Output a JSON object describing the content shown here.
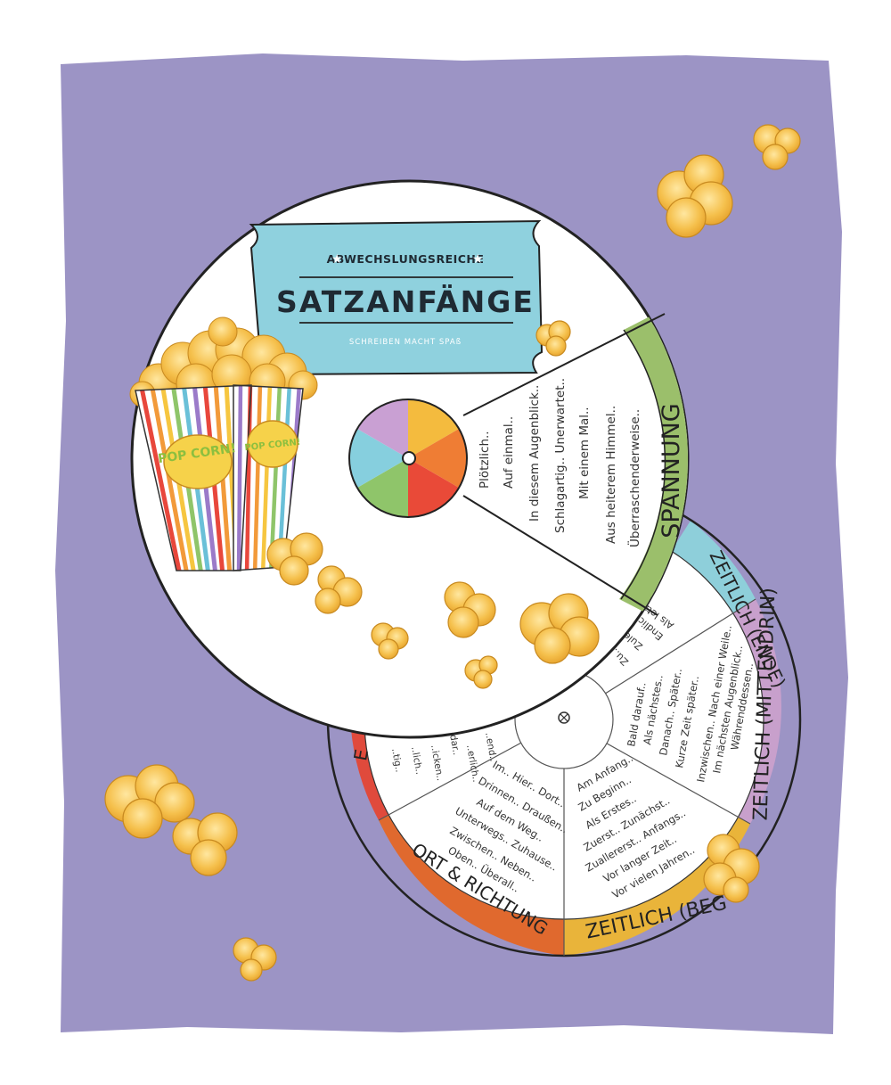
{
  "ticket": {
    "kicker": "ABWECHSLUNGSREICHE",
    "title": "SATZANFÄNGE",
    "subtitle": "SCHREIBEN MACHT SPAß"
  },
  "popcorn_box_label": "POP CORN!",
  "front_wheel": {
    "category": "SPANNUNG",
    "phrases": [
      "Plötzlich..",
      "Auf einmal..",
      "In diesem Augenblick..",
      "Schlagartig.. Unerwartet..",
      "Mit einem Mal..",
      "Aus heiterem Himmel..",
      "Überraschenderweise.."
    ]
  },
  "back_wheel": {
    "categories": {
      "zeitlich_ende": "ZEITLICH (ENDE)",
      "zeitlich_mitte": "ZEITLICH (MITTENDRIN)",
      "zeitlich_beginn": "ZEITLICH (BEG",
      "ort_richtung": "ORT & RICHTUNG",
      "partial_left": "E"
    },
    "mitte_phrases": [
      "Bald darauf..",
      "Als nächstes..",
      "Danach.. Später..",
      "Kurze Zeit später..",
      "Inzwischen.. Nach einer Weile..",
      "Im nächsten Augenblick..",
      "Währenddessen.."
    ],
    "beginn_phrases": [
      "Am Anfang..",
      "Zu Beginn..",
      "Als Erstes..",
      "Zuerst.. Zunächst..",
      "Zuallererst.. Anfangs..",
      "Vor langer Zeit..",
      "Vor vielen Jahren.."
    ],
    "ort_phrases": [
      "Im.. Hier.. Dort..",
      "Drinnen.. Draußen..",
      "Auf dem Weg..",
      "Unterwegs.. Zuhause..",
      "Zwischen.. Neben..",
      "Oben.. Überall.."
    ],
    "ende_partial": [
      "Als letz..",
      "Endlich..",
      "Zuletz..",
      "Zu.."
    ],
    "left_partial": [
      "..end..",
      "..erlich..",
      "..dar..",
      "..icken..",
      "..lich..",
      "..tig.."
    ]
  },
  "colors": {
    "background": "#9c94c5",
    "ticket": "#8fd1de",
    "spannung": "#9bbf6b",
    "zeitlich_ende": "#8ecfda",
    "zeitlich_mitte": "#c8a0cc",
    "zeitlich_beginn": "#e9b43a",
    "ort_richtung": "#e0692e",
    "red": "#e04a3c",
    "popcorn": "#f5c04c"
  }
}
